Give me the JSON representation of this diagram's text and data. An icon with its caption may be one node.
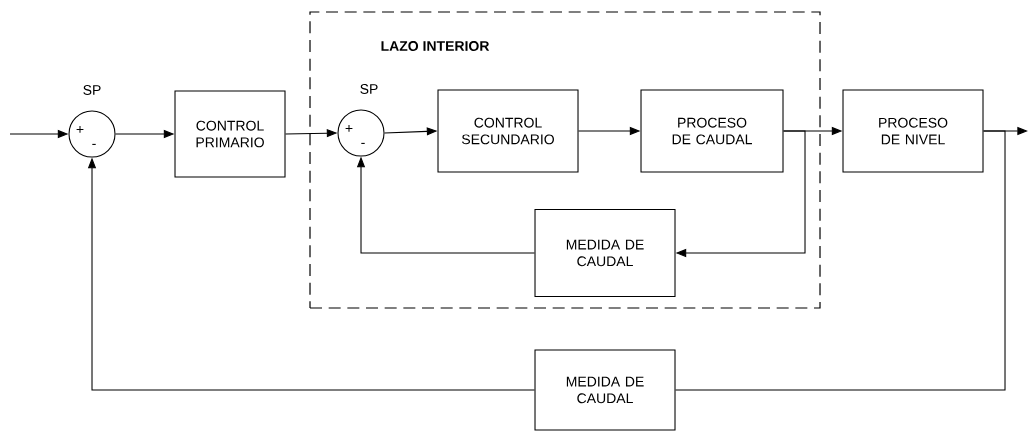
{
  "diagram": {
    "nodes": [
      {
        "text": [
          "+",
          "-"
        ],
        "beside": [
          "SP"
        ]
      },
      {
        "text": [
          "CONTROL PRIMARIO"
        ]
      },
      {
        "text": [
          "LAZO INTERIOR"
        ]
      },
      {
        "text": [
          "+",
          "-"
        ],
        "beside": [
          "SP"
        ],
        "in": 2
      },
      {
        "text": [
          "CONTROL SECUNDARIO"
        ],
        "in": 2
      },
      {
        "text": [
          "PROCESO DE CAUDAL"
        ],
        "in": 2
      },
      {
        "text": [
          "MEDIDA DE CAUDAL"
        ],
        "in": 2
      },
      {
        "text": [
          "PROCESO DE NIVEL"
        ]
      },
      {
        "text": [
          "MEDIDA DE CAUDAL"
        ]
      }
    ],
    "edges": [
      {
        "from": null,
        "to": 0,
        "arrow": "to"
      },
      {
        "from": 0,
        "to": 1,
        "arrow": "to"
      },
      {
        "from": 1,
        "to": 3,
        "arrow": "to"
      },
      {
        "from": 3,
        "to": 4,
        "arrow": "to"
      },
      {
        "from": 4,
        "to": 5,
        "arrow": "to"
      },
      {
        "from": 5,
        "to": 7,
        "arrow": "to"
      },
      {
        "from": 5,
        "to": 6,
        "arrow": "to"
      },
      {
        "from": 6,
        "to": 3,
        "arrow": "to"
      },
      {
        "from": 7,
        "to": null,
        "arrow": "to"
      },
      {
        "from": 7,
        "to": 8,
        "arrow": "none"
      },
      {
        "from": 8,
        "to": 0,
        "arrow": "to"
      }
    ]
  }
}
